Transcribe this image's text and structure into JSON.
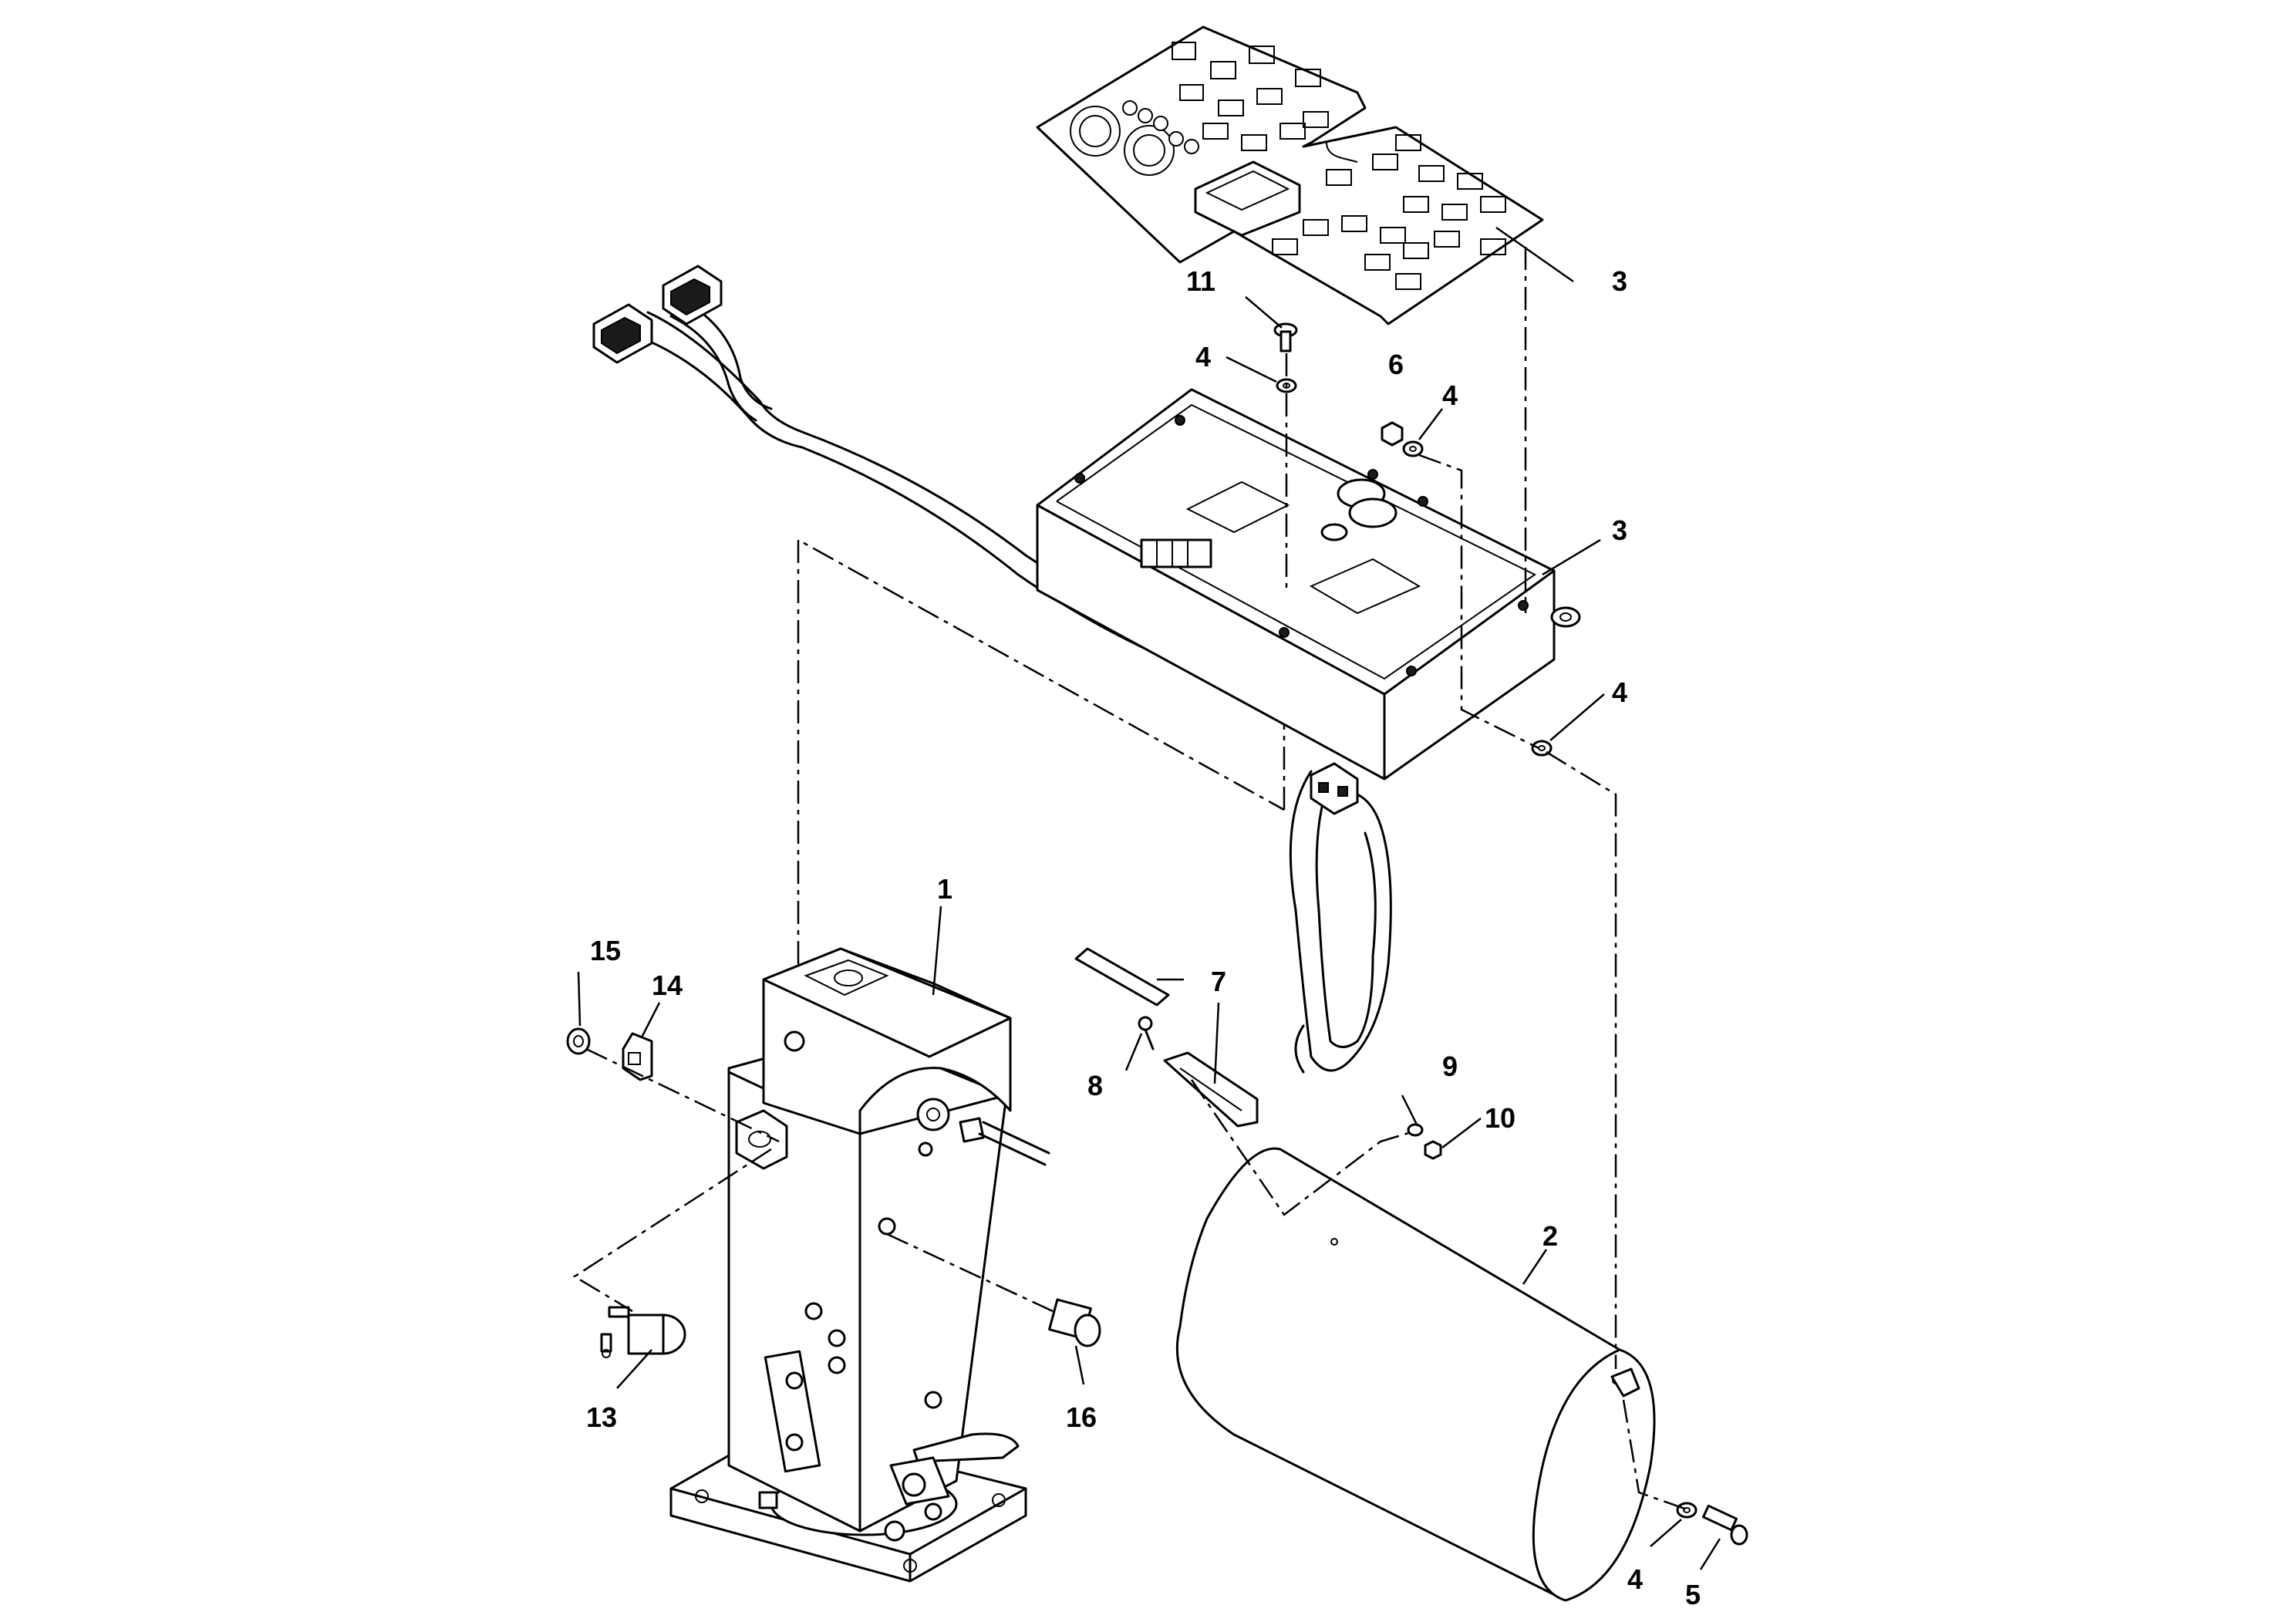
{
  "callouts": {
    "c1": "1",
    "c2": "2",
    "c3_panel": "3",
    "c3_box": "3",
    "c4_a": "4",
    "c4_b": "4",
    "c4_c": "4",
    "c4_d": "4",
    "c5": "5",
    "c6": "6",
    "c7": "7",
    "c8": "8",
    "c9": "9",
    "c10": "10",
    "c11": "11",
    "c13": "13",
    "c14": "14",
    "c15": "15",
    "c16": "16"
  }
}
